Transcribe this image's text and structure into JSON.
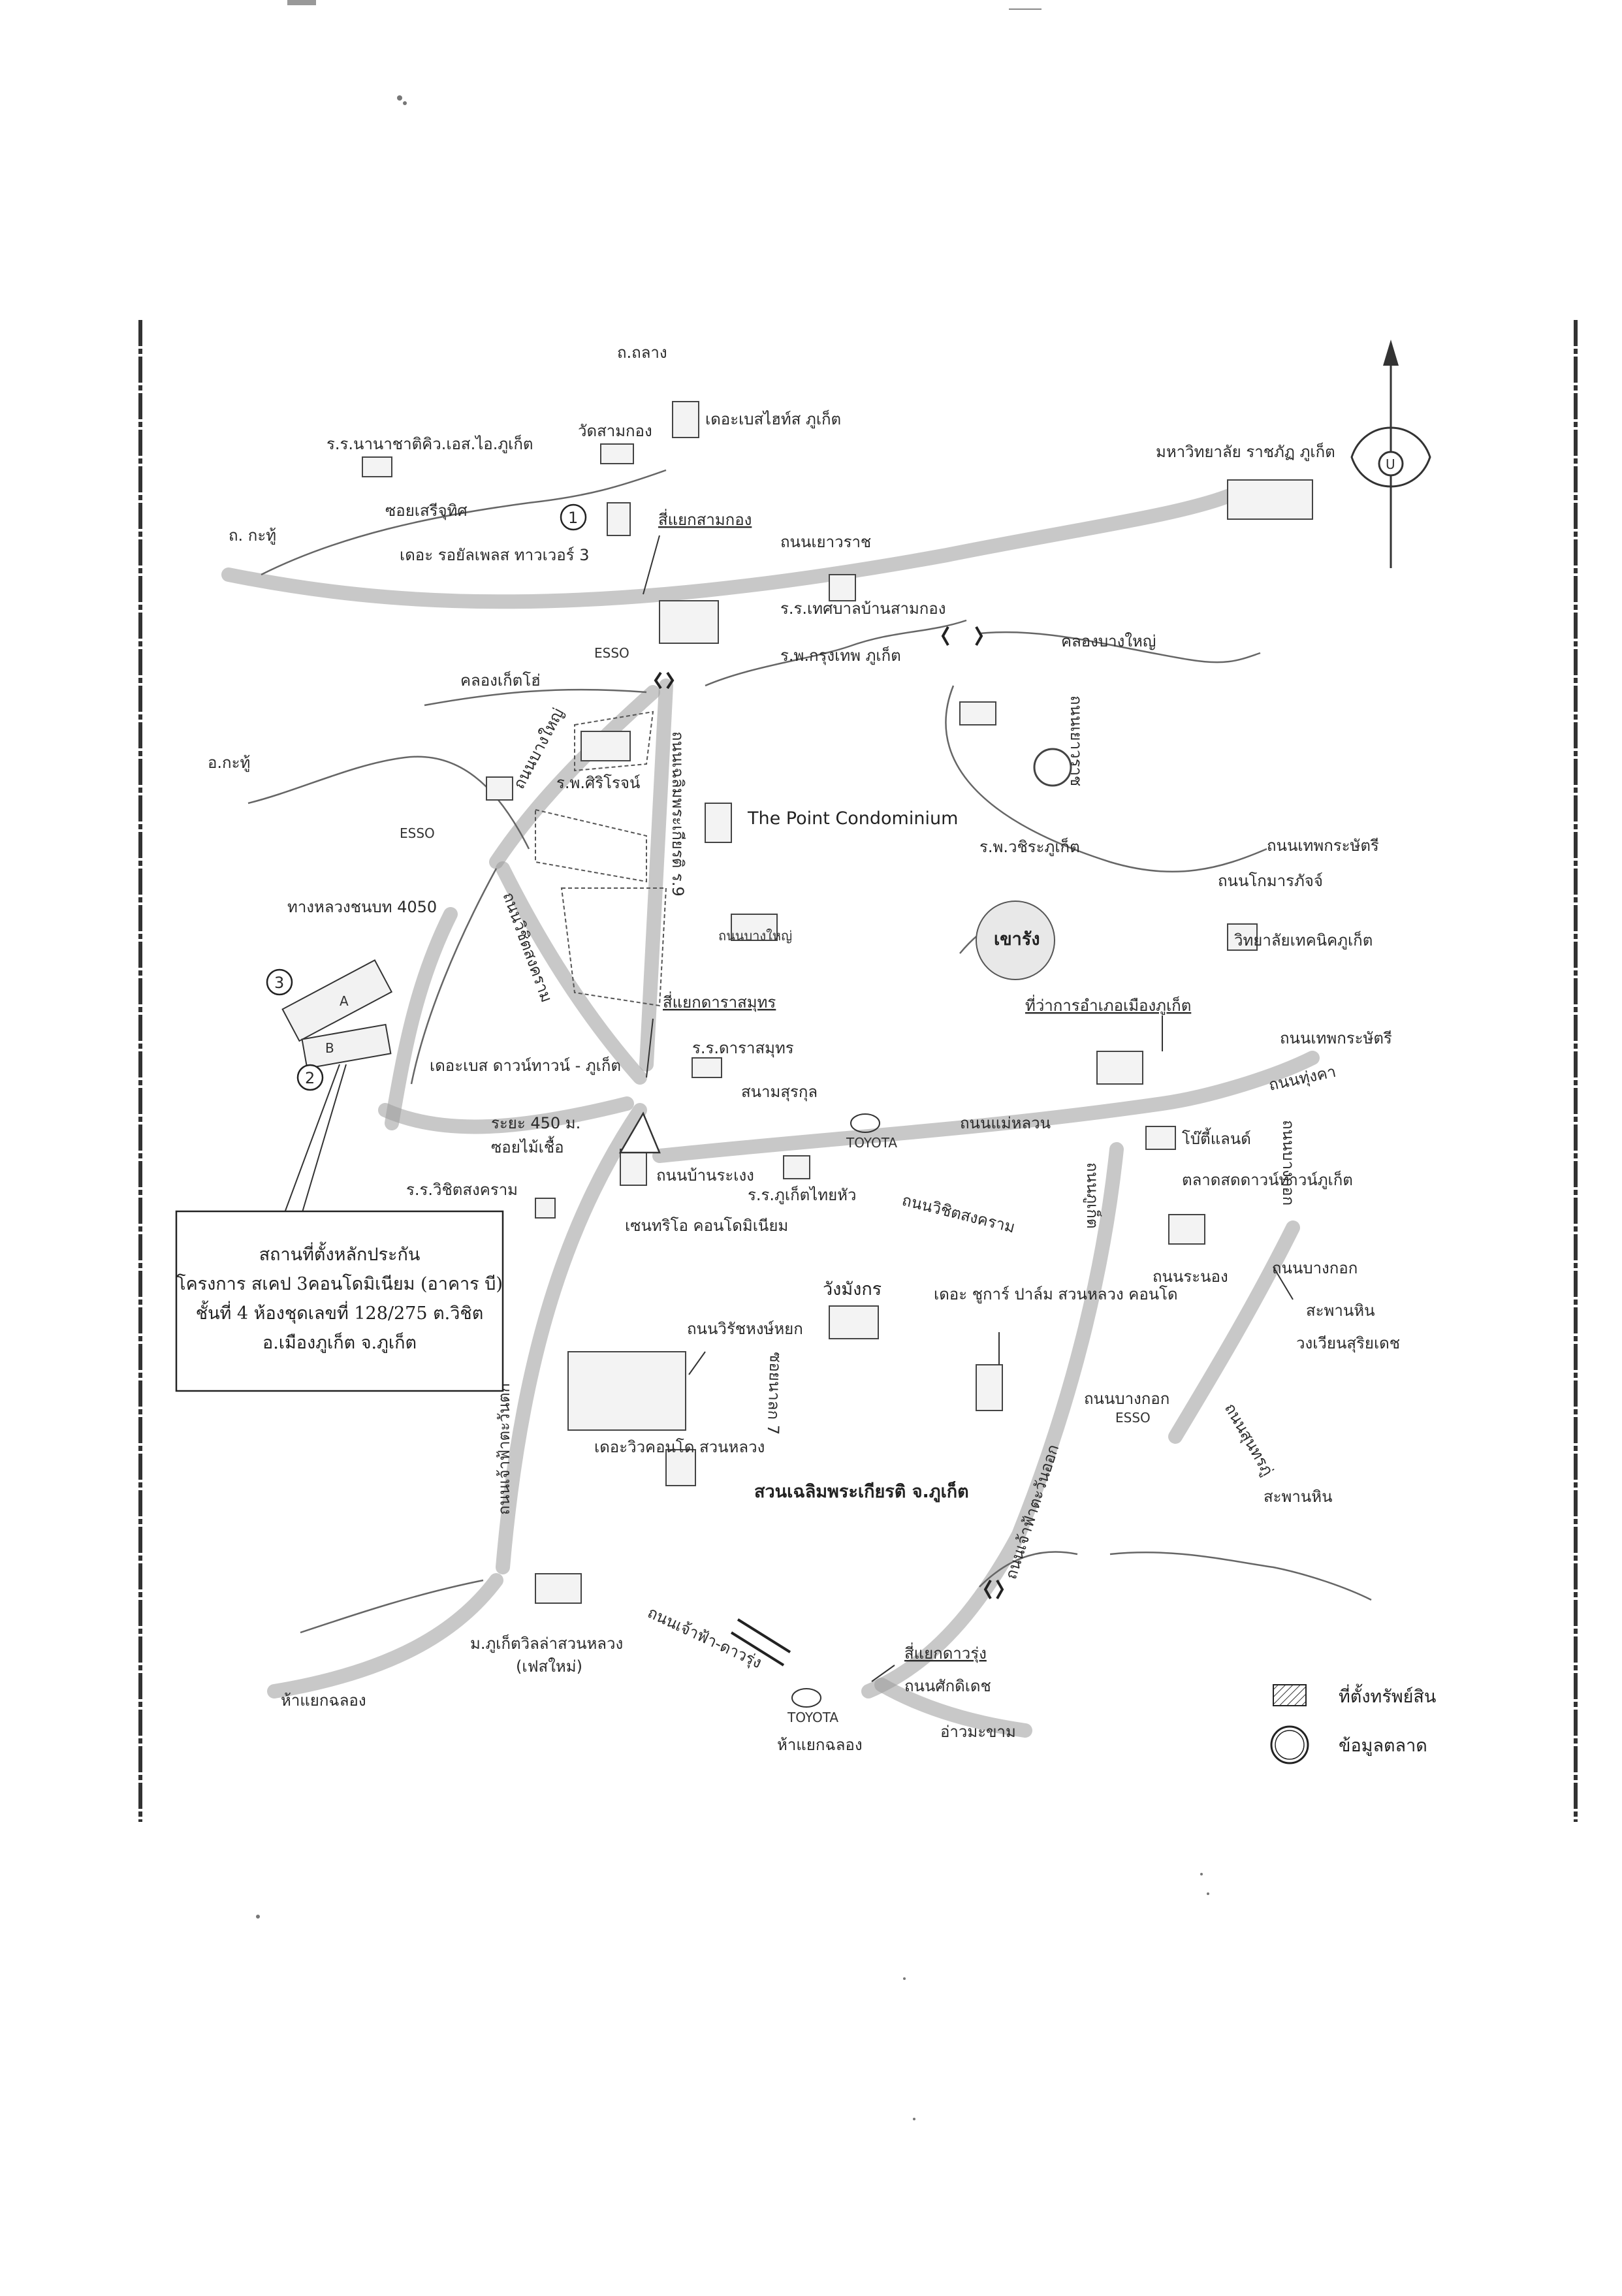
{
  "north_symbol": "U",
  "labels": {
    "top_ring": "ถ.ถลาง",
    "the_base_heights": "เดอะเบสไฮท์ส ภูเก็ต",
    "wat_samkong": "วัดสามกอง",
    "intl_school": "ร.ร.นานาชาติคิว.เอส.ไอ.ภูเก็ต",
    "rajabhat": "มหาวิทยาลัย ราชภัฏ ภูเก็ต",
    "soi_seri": "ซอยเสรีจุทิศ",
    "royal_place": "เดอะ รอยัลเพลส ทาวเวอร์ 3",
    "samkong_junction": "สี่แยกสามกอง",
    "yaowarat_road": "ถนนเยาวราช",
    "kathu_road": "ถ. กะทู้",
    "tech_school": "ร.ร.เทศบาลบ้านสามกอง",
    "bangkok_hospital": "ร.พ.กรุงเทพ ภูเก็ต",
    "bangyai_canal_e": "คลองบางใหญ่",
    "esso_north": "ESSO",
    "kokkloi_canal": "คลองเก็ตโฮ่",
    "bangyai_road": "ถนนบางใหญ่",
    "yaowarat_road_s": "ถนนเยาวราช",
    "kathu_district": "อ.กะทู้",
    "siriroj": "ร.พ.ศิริโรจน์",
    "chalermprakiat_road": "ถนนเฉลิมพระเกียรติ ร.9",
    "point_condo": "The Point Condominium",
    "vachira": "ร.พ.วชิระภูเก็ต",
    "thepkasattri_n": "ถนนเทพกระษัตรี",
    "komarapat": "ถนนโกมารภัจจ์",
    "highway_4050": "ทางหลวงชนบท 4050",
    "vijitsongkram_n": "ถนนวิชิตสงคราม",
    "rang_hill": "เขารัง",
    "tech_college": "วิทยาลัยเทคนิคภูเก็ต",
    "darasamut": "สี่แยกดาราสมุทร",
    "amphoe_office": "ที่ว่าการอำเภอเมืองภูเก็ต",
    "thepkasattri_s": "ถนนเทพกระษัตรี",
    "the_base_downtown": "เดอะเบส ดาวน์ทาวน์ - ภูเก็ต",
    "darasamut_school": "ร.ร.ดาราสมุทร",
    "suriyan_field": "สนามสุรกุล",
    "thungkha": "ถนนทุ่งคา",
    "distance": "ระยะ 450 ม.",
    "soi_maimuea": "ซอยไม้เชื้อ",
    "maeluan_road": "ถนนแม่หลวน",
    "ban_rang_road": "ถนนบ้านระเงง",
    "toyota1": "TOYOTA",
    "bonanza": "โบ๊ตี้แลนด์",
    "vijitsongkram_school": "ร.ร.วิชิตสงคราม",
    "phuket_thai_hua": "ร.ร.ภูเก็ตไทยหัว",
    "vijitsongkram_road": "ถนนวิชิตสงคราม",
    "phang_nga_road": "ถนนภูเก็ต",
    "downtown_market": "ตลาดสดดาวน์ทาวน์ภูเก็ต",
    "bangkok_road": "ถนนบางกอก",
    "centrio": "เซนทริโอ คอนโดมิเนียม",
    "ranong_road": "ถนนระนอง",
    "wang_mangkorn": "วังมังกร",
    "sugar_palm": "เดอะ ชูการ์ ปาล์ม สวนหลวง คอนโด",
    "yaowarat_wong": "ถนนบางกอก",
    "saphan_hin_ring": "สะพานหิน",
    "circle_road": "วงเวียนสุริยเดช",
    "chaofa_west": "ถนนเจ้าฟ้าตะวันตก",
    "wirat_road": "ถนนวิรัชหงษ์หยก",
    "soi_7": "ซอยนาลก 7",
    "bangkok_road_s": "ถนนบางกอก",
    "saphan_hin_road": "ถนนสุนทรภู่",
    "the_view": "เดอะวิวคอนโด สวนหลวง",
    "esso_south": "ESSO",
    "saphan_hin": "สะพานหิน",
    "suan_chalerm": "สวนเฉลิมพระเกียรติ จ.ภูเก็ต",
    "chaofa_east": "ถนนเจ้าฟ้าตะวันออก",
    "villa": "ม.ภูเก็ตวิลล่าสวนหลวง",
    "villa_phase": "(เฟสใหม่)",
    "chaofa_dao": "ถนนเจ้าฟ้า-ดาวรุ่ง",
    "daorung_junction": "สี่แยกดาวรุ่ง",
    "chalong_w": "ห้าแยกฉลอง",
    "toyota2": "TOYOTA",
    "sakdidet": "ถนนศักดิเดช",
    "chalong_s": "ห้าแยกฉลอง",
    "east_road": "อ่าวมะขาม",
    "kathu_side": "ถนนบางใหญ่",
    "esso_mid": "ESSO"
  },
  "markers": {
    "m1": "1",
    "m2": "2",
    "m3": "3",
    "bldg_a": "A",
    "bldg_b": "B"
  },
  "info_box": {
    "line1": "สถานที่ตั้งหลักประกัน",
    "line2": "โครงการ สเคป 3คอนโดมิเนียม (อาคาร บี)",
    "line3": "ชั้นที่ 4 ห้องชุดเลขที่ 128/275 ต.วิชิต",
    "line4": "อ.เมืองภูเก็ต จ.ภูเก็ต"
  },
  "legend": {
    "property": "ที่ตั้งทรัพย์สิน",
    "market": "ข้อมูลตลาด"
  }
}
